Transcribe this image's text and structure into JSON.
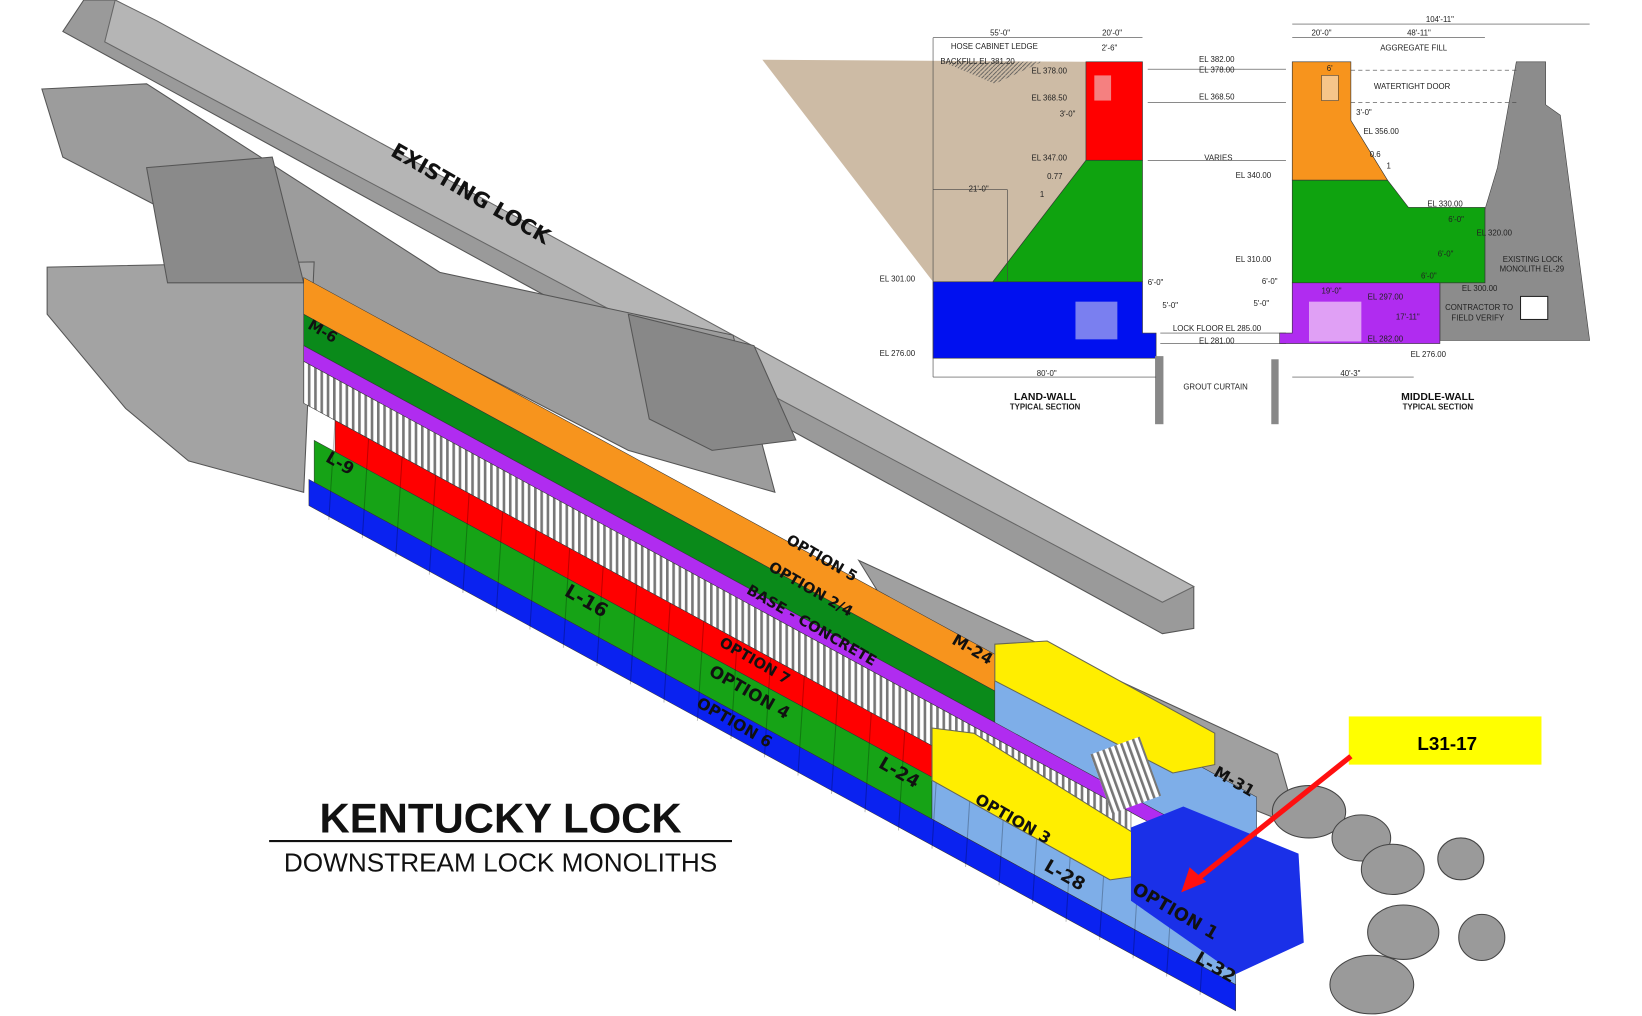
{
  "title": {
    "main": "KENTUCKY LOCK",
    "subtitle": "DOWNSTREAM LOCK MONOLITHS"
  },
  "callout": {
    "label": "L31-17"
  },
  "colors": {
    "orange": "#f7941d",
    "darkgreen": "#0a8a1a",
    "green": "#16a316",
    "purple": "#b02cf0",
    "red": "#ff0000",
    "blue": "#0a22f0",
    "lightblue": "#7eaee8",
    "yellow": "#ffee00",
    "gray": "#8f8f8f",
    "tan": "#cdbba5",
    "callout_bg": "#ffff00"
  },
  "model_labels": {
    "existing_lock": "EXISTING LOCK",
    "m6": "M-6",
    "l9": "L-9",
    "option5": "OPTION 5",
    "option24": "OPTION 2/4",
    "base": "BASE - CONCRETE",
    "l16": "L-16",
    "option7": "OPTION 7",
    "option4": "OPTION 4",
    "option6": "OPTION 6",
    "m24": "M-24",
    "l24": "L-24",
    "option3": "OPTION 3",
    "m31": "M-31",
    "l28": "L-28",
    "option1": "OPTION 1",
    "l32": "L-32"
  },
  "land_wall": {
    "title": "LAND-WALL",
    "subtitle": "TYPICAL SECTION",
    "dims": [
      "55'-0\"",
      "20'-0\"",
      "2'-6\"",
      "21'-0\"",
      "80'-0\"",
      "6'-0\"",
      "5'-0\"",
      "3'-0\"",
      "0.77",
      "1"
    ],
    "notes": [
      "HOSE CABINET LEDGE",
      "BACKFILL EL 381.20",
      "EL 378.00",
      "EL 368.50",
      "EL 347.00",
      "EL 301.00",
      "EL 276.00",
      "GROUT CURTAIN",
      "VARIES"
    ]
  },
  "shared_levels": [
    "EL 382.00",
    "EL 378.00",
    "EL 368.50",
    "LOCK FLOOR EL 285.00",
    "EL 281.00"
  ],
  "middle_wall": {
    "title": "MIDDLE-WALL",
    "subtitle": "TYPICAL SECTION",
    "dims": [
      "104'-11\"",
      "20'-0\"",
      "48'-11\"",
      "6'",
      "3'-0\"",
      "0.6",
      "1",
      "6'-0\"",
      "5'-0\"",
      "40'-3\"",
      "19'-0\"",
      "17'-11\"",
      "6'-0\"",
      "6'-0\"",
      "6'-0\""
    ],
    "notes": [
      "AGGREGATE FILL",
      "WATERTIGHT DOOR",
      "EL 356.00",
      "EL 340.00",
      "EL 330.00",
      "EL 320.00",
      "EL 310.00",
      "EL 300.00",
      "EL 297.00",
      "EL 282.00",
      "EL 276.00",
      "EXISTING LOCK",
      "MONOLITH EL-29",
      "CONTRACTOR TO",
      "FIELD VERIFY"
    ]
  }
}
